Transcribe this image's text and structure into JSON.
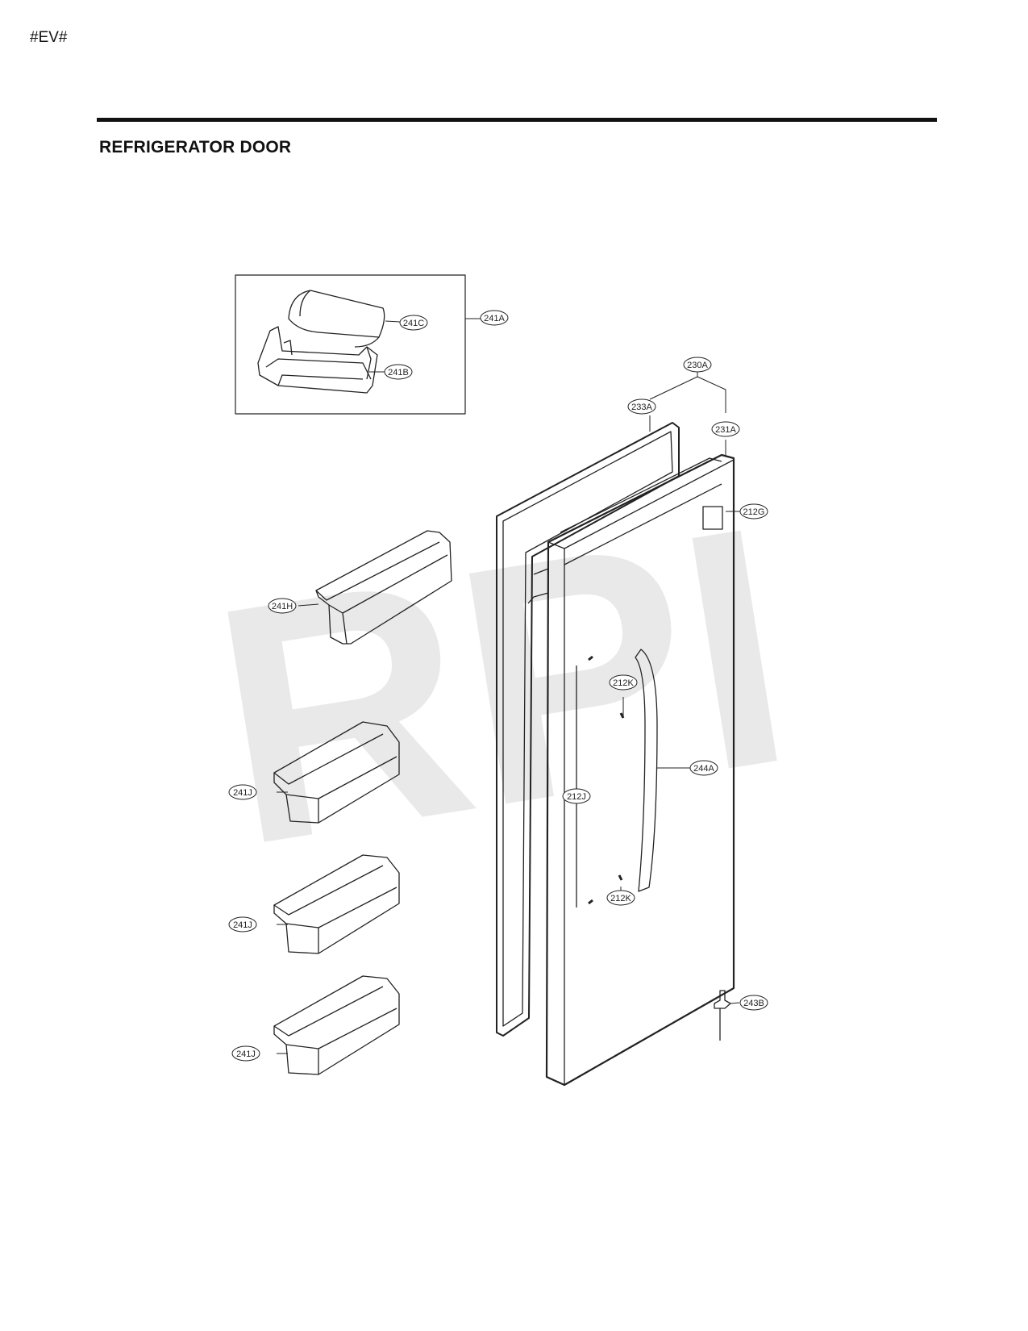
{
  "header": {
    "code": "#EV#",
    "title": "REFRIGERATOR DOOR"
  },
  "watermark": "RPI",
  "colors": {
    "line": "#222222",
    "watermark": "#e9e9e9",
    "rule": "#111111"
  },
  "callouts": [
    {
      "id": "c-241a",
      "label": "241A"
    },
    {
      "id": "c-241c",
      "label": "241C"
    },
    {
      "id": "c-241b",
      "label": "241B"
    },
    {
      "id": "c-230a",
      "label": "230A"
    },
    {
      "id": "c-233a",
      "label": "233A"
    },
    {
      "id": "c-231a",
      "label": "231A"
    },
    {
      "id": "c-212g",
      "label": "212G"
    },
    {
      "id": "c-241h",
      "label": "241H"
    },
    {
      "id": "c-212k-top",
      "label": "212K"
    },
    {
      "id": "c-244a",
      "label": "244A"
    },
    {
      "id": "c-241j-1",
      "label": "241J"
    },
    {
      "id": "c-212j",
      "label": "212J"
    },
    {
      "id": "c-212k-bottom",
      "label": "212K"
    },
    {
      "id": "c-241j-2",
      "label": "241J"
    },
    {
      "id": "c-243b",
      "label": "243B"
    },
    {
      "id": "c-241j-3",
      "label": "241J"
    }
  ]
}
